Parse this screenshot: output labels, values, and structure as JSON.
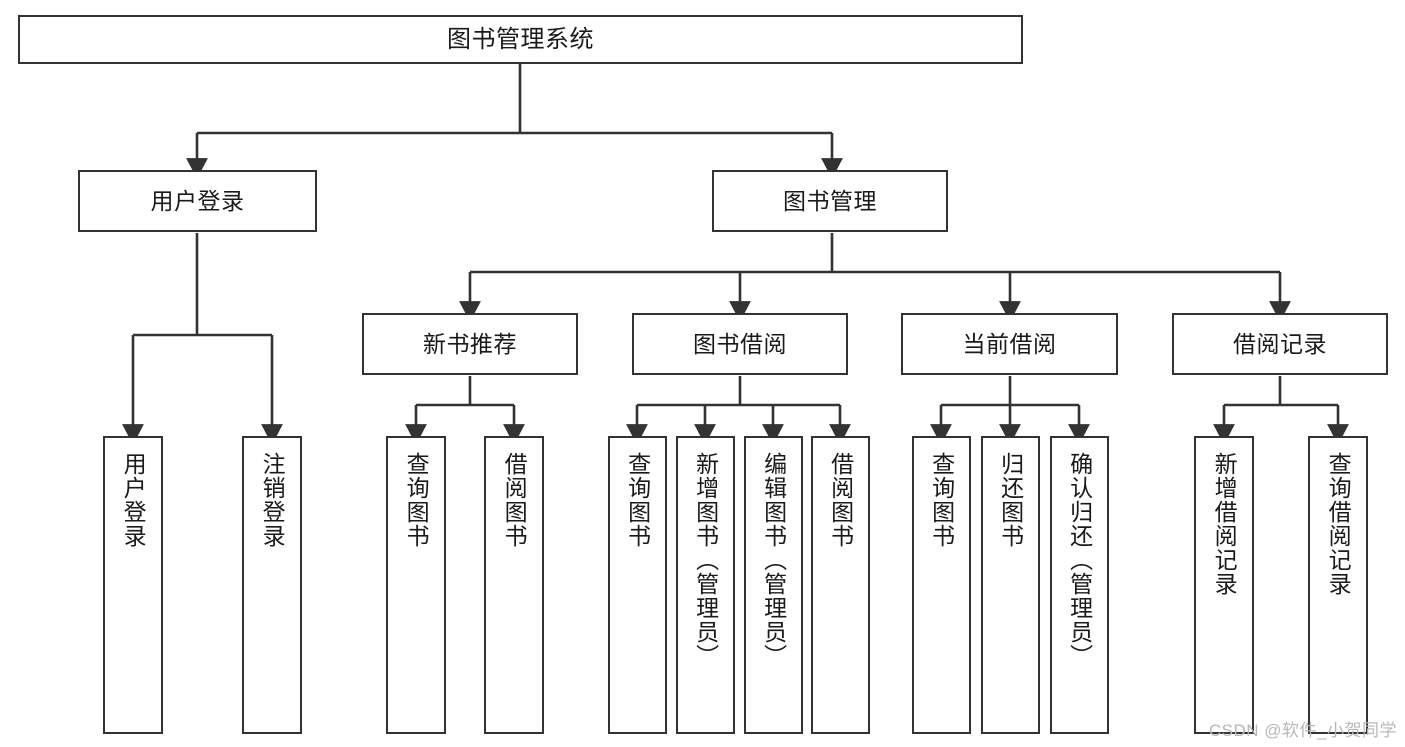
{
  "diagram": {
    "title": "图书管理系统",
    "type": "tree-hierarchy-diagram",
    "colors": {
      "node_border": "#333333",
      "node_fill": "#ffffff",
      "edge": "#333333",
      "text": "#1a1a1a",
      "watermark": "#b8b8b8"
    },
    "root": {
      "label": "图书管理系统"
    },
    "level2": [
      {
        "label": "用户登录"
      },
      {
        "label": "图书管理"
      }
    ],
    "level3": [
      {
        "label": "新书推荐"
      },
      {
        "label": "图书借阅"
      },
      {
        "label": "当前借阅"
      },
      {
        "label": "借阅记录"
      }
    ],
    "leaves": {
      "user_login": [
        {
          "label": "用户登录"
        },
        {
          "label": "注销登录"
        }
      ],
      "new_book_recommend": [
        {
          "label": "查询图书"
        },
        {
          "label": "借阅图书"
        }
      ],
      "book_borrow": [
        {
          "label": "查询图书"
        },
        {
          "label": "新增图书（管理员）"
        },
        {
          "label": "编辑图书（管理员）"
        },
        {
          "label": "借阅图书"
        }
      ],
      "current_borrow": [
        {
          "label": "查询图书"
        },
        {
          "label": "归还图书"
        },
        {
          "label": "确认归还（管理员）"
        }
      ],
      "borrow_record": [
        {
          "label": "新增借阅记录"
        },
        {
          "label": "查询借阅记录"
        }
      ]
    }
  },
  "watermark": {
    "text": "CSDN @软件_小贺同学"
  }
}
